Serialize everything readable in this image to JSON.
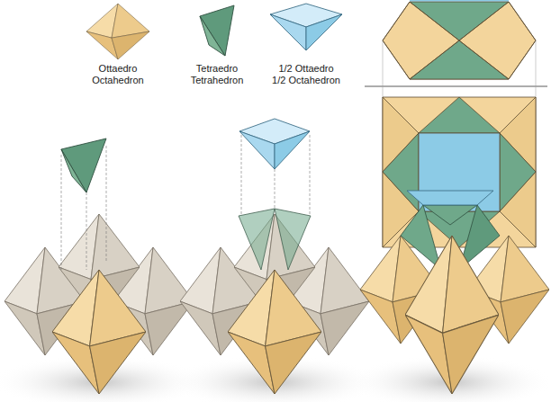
{
  "diagram": {
    "labels": [
      "Ottaedro",
      "Octahedron",
      "Tetraedro",
      "Tetrahedron",
      "1/2 Ottaedro",
      "1/2 Octahedron"
    ]
  }
}
